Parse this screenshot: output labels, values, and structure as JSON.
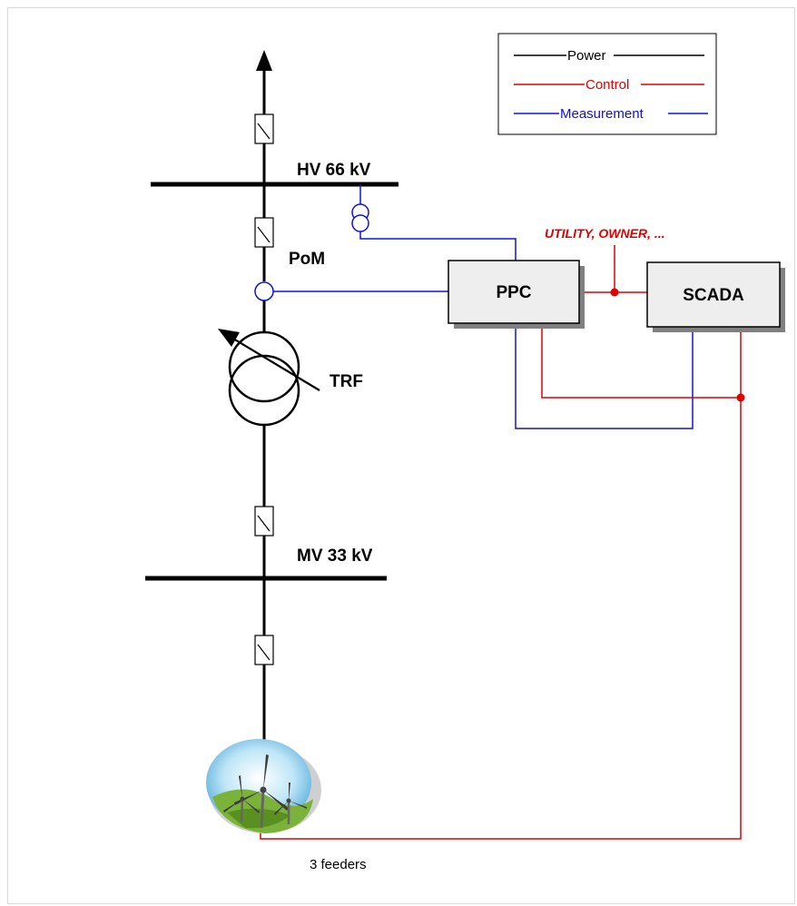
{
  "legend": {
    "power": "Power",
    "control": "Control",
    "measurement": "Measurement"
  },
  "labels": {
    "hv_bus": "HV 66 kV",
    "pom": "PoM",
    "transformer": "TRF",
    "mv_bus": "MV 33 kV",
    "feeders": "3 feeders",
    "utility": "UTILITY, OWNER, ..."
  },
  "boxes": {
    "ppc": "PPC",
    "scada": "SCADA"
  },
  "colors": {
    "power": "#000000",
    "control": "#e00000",
    "measurement": "#1010dd",
    "box_fill": "#eeeeee",
    "box_shadow": "#808080"
  }
}
